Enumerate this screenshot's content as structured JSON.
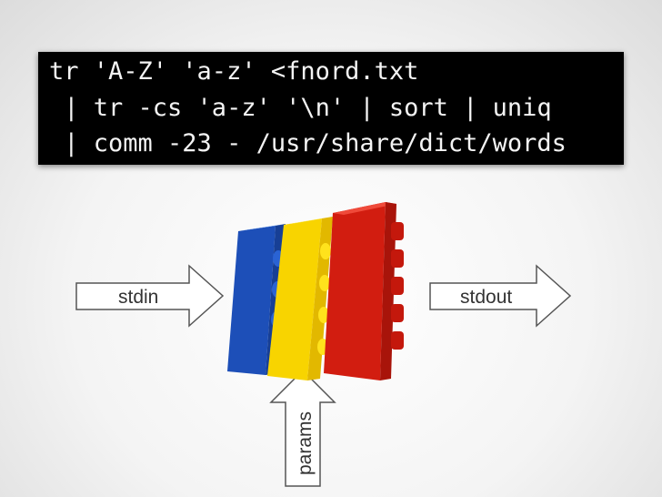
{
  "code": {
    "lines": [
      "tr 'A-Z' 'a-z' <fnord.txt",
      " | tr -cs 'a-z' '\\n' | sort | uniq",
      " | comm -23 - /usr/share/dict/words"
    ]
  },
  "diagram": {
    "input_label": "stdin",
    "output_label": "stdout",
    "params_label": "params",
    "brick_colors": {
      "blue": "#1f55c4",
      "yellow": "#ffd800",
      "red": "#d81e12"
    }
  }
}
